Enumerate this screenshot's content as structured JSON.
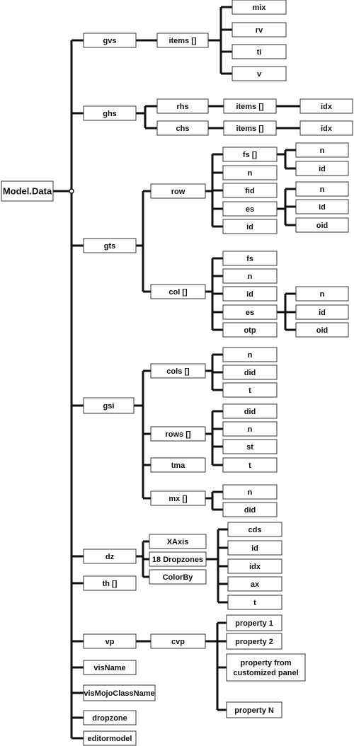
{
  "root": "Model.Data",
  "nodes": {
    "gvs": "gvs",
    "gvs_items": "items []",
    "gvs_mix": "mix",
    "gvs_rv": "rv",
    "gvs_ti": "ti",
    "gvs_v": "v",
    "ghs": "ghs",
    "rhs": "rhs",
    "chs": "chs",
    "rhs_items": "items []",
    "chs_items": "items []",
    "rhs_idx": "idx",
    "chs_idx": "idx",
    "gts": "gts",
    "row": "row",
    "row_fs": "fs []",
    "row_n": "n",
    "row_fid": "fid",
    "row_es": "es",
    "row_id": "id",
    "row_fs_n": "n",
    "row_fs_id": "id",
    "row_es_n": "n",
    "row_es_id": "id",
    "row_es_oid": "oid",
    "col": "col []",
    "col_fs": "fs",
    "col_n": "n",
    "col_id": "id",
    "col_es": "es",
    "col_otp": "otp",
    "col_es_n": "n",
    "col_es_id": "id",
    "col_es_oid": "oid",
    "gsi": "gsi",
    "cols": "cols []",
    "cols_n": "n",
    "cols_did": "did",
    "cols_t": "t",
    "rows": "rows []",
    "rows_did": "did",
    "rows_n": "n",
    "rows_st": "st",
    "rows_t": "t",
    "tma": "tma",
    "mx": "mx []",
    "mx_n": "n",
    "mx_did": "did",
    "dz": "dz",
    "xaxis": "XAxis",
    "dropzones": "18 Dropzones",
    "colorby": "ColorBy",
    "dz_cds": "cds",
    "dz_id": "id",
    "dz_idx": "idx",
    "dz_ax": "ax",
    "dz_t": "t",
    "th": "th []",
    "vp": "vp",
    "cvp": "cvp",
    "prop1": "property 1",
    "prop2": "property 2",
    "prop_custom_1": "property from",
    "prop_custom_2": "customized panel",
    "propN": "property N",
    "visName": "visName",
    "visMojoClassName": "visMojoClassName",
    "dropzone": "dropzone",
    "editormodel": "editormodel"
  }
}
